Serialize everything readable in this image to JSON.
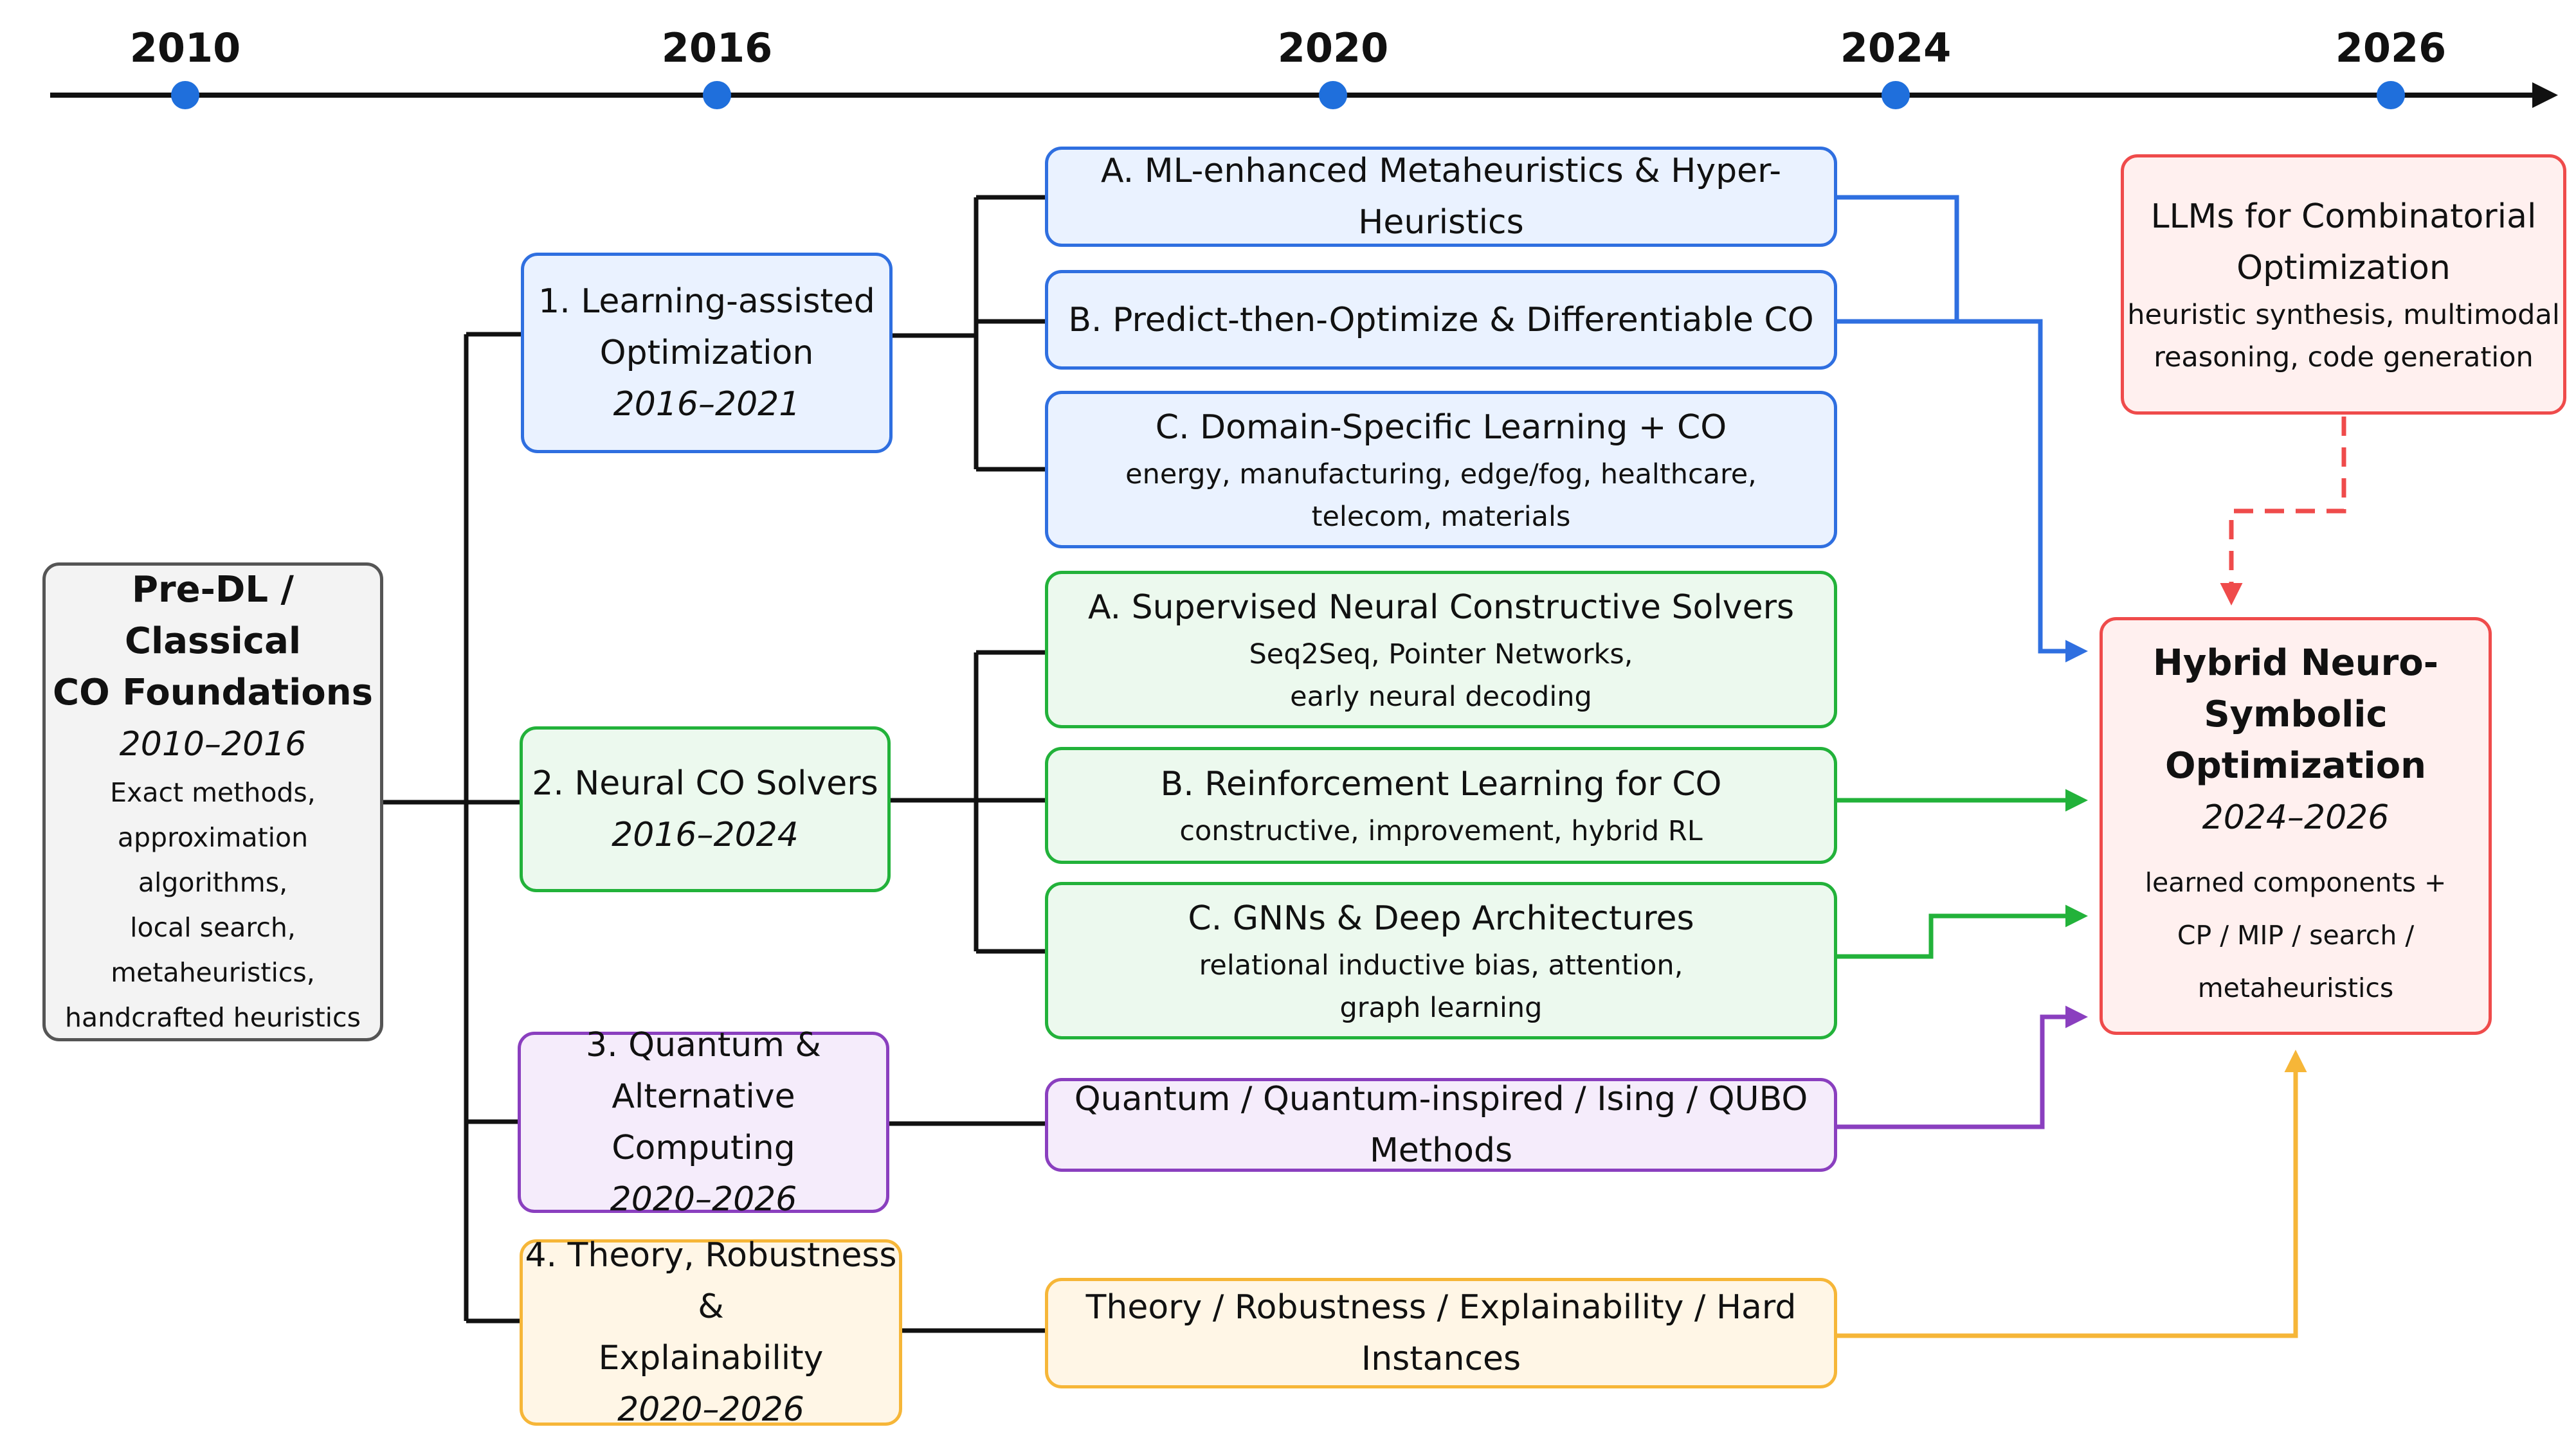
{
  "timeline": {
    "years": [
      "2010",
      "2016",
      "2020",
      "2024",
      "2026"
    ]
  },
  "root": {
    "title_line1": "Pre-DL / Classical",
    "title_line2": "CO Foundations",
    "years": "2010–2016",
    "desc": [
      "Exact methods,",
      "approximation algorithms,",
      "local search,",
      "metaheuristics,",
      "handcrafted heuristics"
    ]
  },
  "branches": [
    {
      "title_line1": "1. Learning-assisted",
      "title_line2": "Optimization",
      "years": "2016–2021"
    },
    {
      "title_line1": "2. Neural CO Solvers",
      "years": "2016–2024"
    },
    {
      "title_line1": "3. Quantum &",
      "title_line2": "Alternative Computing",
      "years": "2020–2026"
    },
    {
      "title_line1": "4. Theory, Robustness &",
      "title_line2": "Explainability",
      "years": "2020–2026"
    }
  ],
  "leaves": {
    "learning_a": {
      "title": "A. ML-enhanced Metaheuristics & Hyper-Heuristics"
    },
    "learning_b": {
      "title": "B. Predict-then-Optimize & Differentiable CO"
    },
    "learning_c": {
      "title": "C. Domain-Specific Learning + CO",
      "desc": [
        "energy, manufacturing, edge/fog, healthcare,",
        "telecom, materials"
      ]
    },
    "neural_a": {
      "title": "A. Supervised Neural Constructive Solvers",
      "desc": [
        "Seq2Seq, Pointer Networks,",
        "early neural decoding"
      ]
    },
    "neural_b": {
      "title": "B. Reinforcement Learning for CO",
      "desc": [
        "constructive, improvement, hybrid RL"
      ]
    },
    "neural_c": {
      "title": "C. GNNs & Deep Architectures",
      "desc": [
        "relational inductive bias, attention,",
        "graph learning"
      ]
    },
    "quantum": {
      "title": "Quantum / Quantum-inspired / Ising / QUBO Methods"
    },
    "theory": {
      "title": "Theory / Robustness / Explainability / Hard Instances"
    }
  },
  "llm": {
    "title_line1": "LLMs for Combinatorial",
    "title_line2": "Optimization",
    "desc": [
      "heuristic synthesis, multimodal",
      "reasoning, code generation"
    ]
  },
  "hybrid": {
    "title_line1": "Hybrid Neuro-Symbolic",
    "title_line2": "Optimization",
    "years": "2024–2026",
    "desc": [
      "learned components +",
      "CP / MIP / search /",
      "metaheuristics"
    ]
  },
  "colors": {
    "learning": "#2f6fe0",
    "neural": "#22b23a",
    "quantum": "#8a3fbf",
    "theory": "#f6b638",
    "llm": "#ef4b4b",
    "foundation": "#555555",
    "timeline": "#111111",
    "timeline_dot": "#1f6fdc"
  }
}
